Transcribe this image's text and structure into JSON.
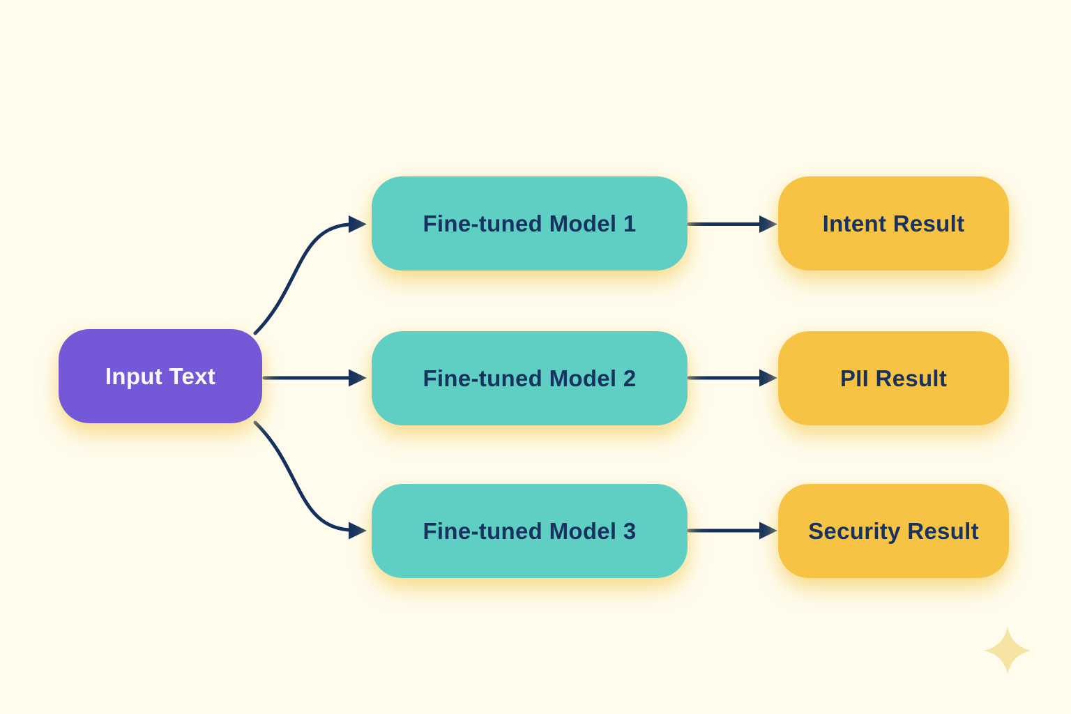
{
  "diagram": {
    "title": "fine-tuned model fan-out flow",
    "input_node": {
      "label": "Input Text"
    },
    "model_nodes": [
      {
        "label": "Fine-tuned Model 1"
      },
      {
        "label": "Fine-tuned Model 2"
      },
      {
        "label": "Fine-tuned Model 3"
      }
    ],
    "result_nodes": [
      {
        "label": "Intent Result"
      },
      {
        "label": "PII Result"
      },
      {
        "label": "Security Result"
      }
    ],
    "connections": [
      {
        "from": "Input Text",
        "to": "Fine-tuned Model 1"
      },
      {
        "from": "Input Text",
        "to": "Fine-tuned Model 2"
      },
      {
        "from": "Input Text",
        "to": "Fine-tuned Model 3"
      },
      {
        "from": "Fine-tuned Model 1",
        "to": "Intent Result"
      },
      {
        "from": "Fine-tuned Model 2",
        "to": "PII Result"
      },
      {
        "from": "Fine-tuned Model 3",
        "to": "Security Result"
      }
    ],
    "decoration": {
      "icon": "sparkle-icon"
    }
  },
  "colors": {
    "background": "#FFFCEE",
    "node_input": "#7458D8",
    "node_model": "#5FCFC4",
    "node_result": "#F6C344",
    "text_dark": "#17325F",
    "text_light": "#FAFAFF",
    "arrow": "#14305C",
    "sparkle": "#F7E3A4"
  }
}
